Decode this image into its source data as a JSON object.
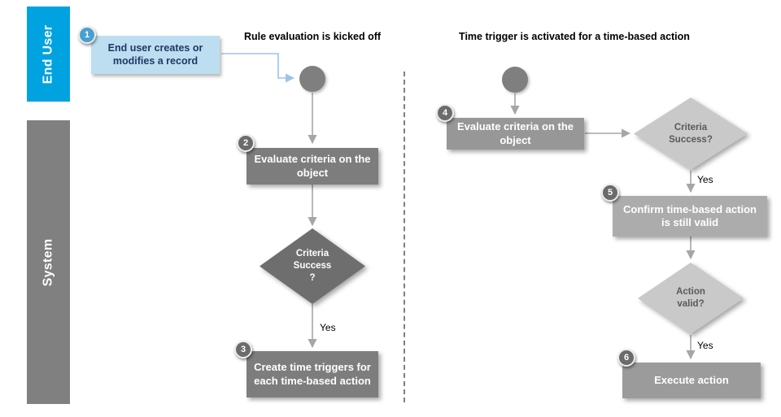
{
  "lanes": {
    "end_user": {
      "label": "End User",
      "color": "#00A3E0"
    },
    "system": {
      "label": "System",
      "color": "#808080"
    }
  },
  "headers": {
    "left": "Rule evaluation is kicked off",
    "right": "Time trigger is activated for a time-based action"
  },
  "left_flow": {
    "badge1": "1",
    "start_box": "End user creates or modifies a record",
    "badge2": "2",
    "evaluate_box": "Evaluate criteria on the object",
    "decision": {
      "line1": "Criteria",
      "line2": "Success",
      "line3": "?"
    },
    "yes_label": "Yes",
    "badge3": "3",
    "create_box": "Create time triggers for each time-based action"
  },
  "right_flow": {
    "badge4": "4",
    "evaluate_box": "Evaluate criteria on the object",
    "decision1": {
      "line1": "Criteria",
      "line2": "Success?"
    },
    "yes_label1": "Yes",
    "badge5": "5",
    "confirm_box": "Confirm time-based action is still valid",
    "decision2": {
      "line1": "Action",
      "line2": "valid?"
    },
    "yes_label2": "Yes",
    "badge6": "6",
    "execute_box": "Execute action"
  },
  "colors": {
    "end_user_lane": "#00A3E0",
    "system_lane": "#808080",
    "record_box_bg": "#BDDEF1",
    "record_box_text": "#1F3864",
    "left_box": "#7D7D7D",
    "left_decision": "#6E6E6E",
    "right_box_evaluate": "#979797",
    "right_box_confirm": "#ACACAC",
    "right_box_execute": "#9B9B9B",
    "right_decision": "#C9C9C9",
    "connector": "#A6A6A6",
    "record_connector": "#9DC3E6"
  }
}
